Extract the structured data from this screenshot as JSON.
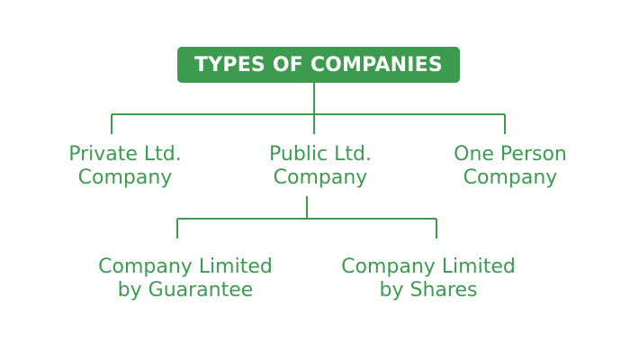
{
  "colors": {
    "accent": "#3d9b4f",
    "title_text": "#ffffff",
    "connector": "#3d9b4f"
  },
  "title": "TYPES OF COMPANIES",
  "level1": [
    {
      "line1": "Private Ltd.",
      "line2": "Company"
    },
    {
      "line1": "Public Ltd.",
      "line2": "Company"
    },
    {
      "line1": "One Person",
      "line2": "Company"
    }
  ],
  "level2": [
    {
      "line1": "Company Limited",
      "line2": "by Guarantee"
    },
    {
      "line1": "Company Limited",
      "line2": "by Shares"
    }
  ]
}
